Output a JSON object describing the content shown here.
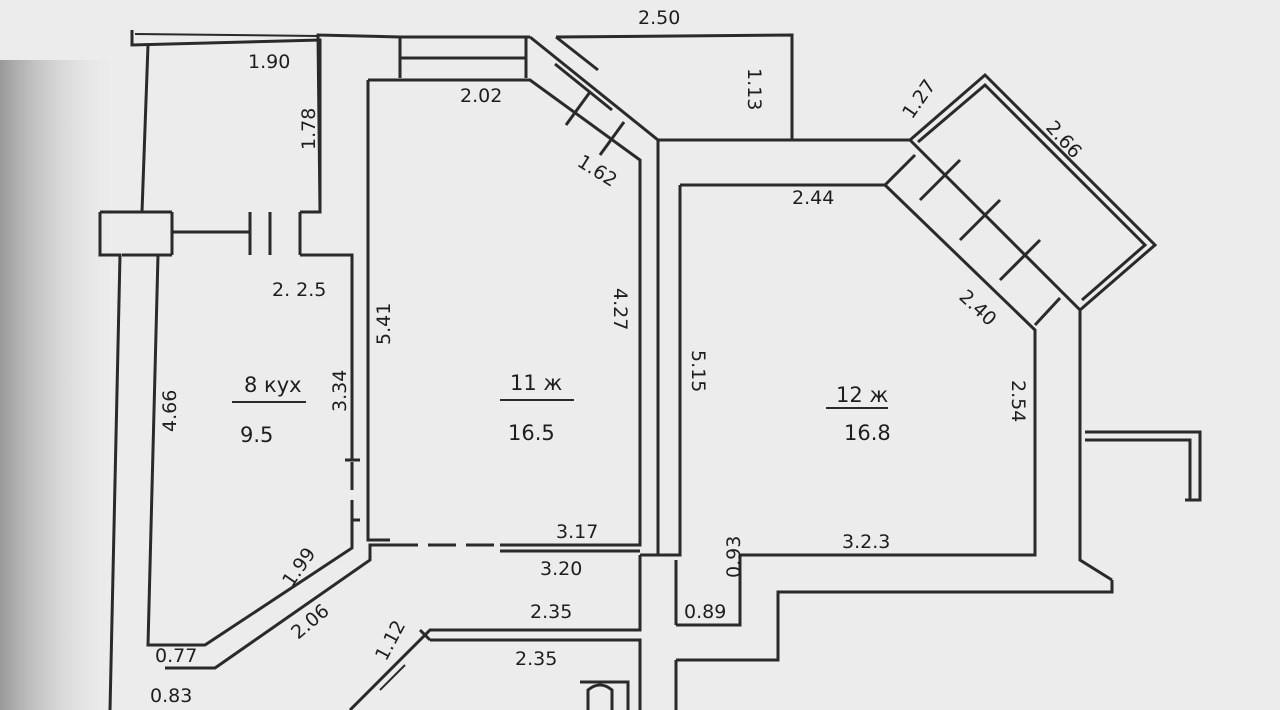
{
  "dimensions": {
    "top_width_right": "2.50",
    "loggia_left_width": "1.90",
    "loggia_left_depth": "1.78",
    "room11_top": "2.02",
    "loggia_mid_depth": "1.13",
    "room11_diag": "1.62",
    "room12_top": "2.44",
    "loggia_right_short": "1.27",
    "loggia_right_long": "2.66",
    "room12_diag": "2.40",
    "kitchen_top": "2. 2.5",
    "room11_left": "5.41",
    "room11_right": "4.27",
    "room12_left": "5.15",
    "kitchen_wall": "3.34",
    "kitchen_left": "4.66",
    "room12_right": "2.54",
    "room11_bottom": "3.17",
    "corridor_top": "3.20",
    "corridor_step": "0.93",
    "room12_bottom": "3.2.3",
    "kitchen_diag_1": "1.99",
    "kitchen_diag_2": "2.06",
    "hall_width_1": "2.35",
    "hall_door": "0.89",
    "hall_width_2": "2.35",
    "bath_diag": "1.12",
    "kitchen_stub_1": "0.77",
    "kitchen_stub_2": "0.83"
  },
  "rooms": {
    "kitchen": {
      "name": "8 кух",
      "area": "9.5"
    },
    "room11": {
      "name": "11 ж",
      "area": "16.5"
    },
    "room12": {
      "name": "12 ж",
      "area": "16.8"
    }
  }
}
